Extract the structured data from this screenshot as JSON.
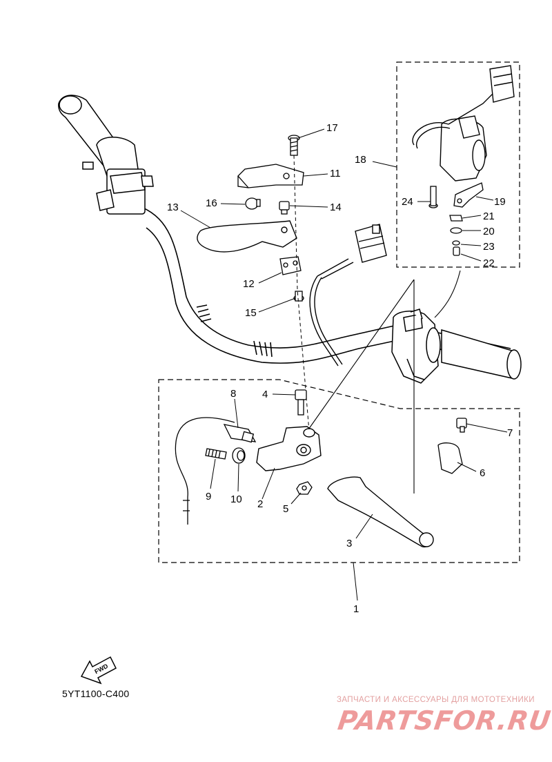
{
  "diagram": {
    "part_callouts": [
      {
        "id": "1",
        "label": "1"
      },
      {
        "id": "2",
        "label": "2"
      },
      {
        "id": "3",
        "label": "3"
      },
      {
        "id": "4",
        "label": "4"
      },
      {
        "id": "5",
        "label": "5"
      },
      {
        "id": "6",
        "label": "6"
      },
      {
        "id": "7",
        "label": "7"
      },
      {
        "id": "8",
        "label": "8"
      },
      {
        "id": "9",
        "label": "9"
      },
      {
        "id": "10",
        "label": "10"
      },
      {
        "id": "11",
        "label": "11"
      },
      {
        "id": "12",
        "label": "12"
      },
      {
        "id": "13",
        "label": "13"
      },
      {
        "id": "14",
        "label": "14"
      },
      {
        "id": "15",
        "label": "15"
      },
      {
        "id": "16",
        "label": "16"
      },
      {
        "id": "17",
        "label": "17"
      },
      {
        "id": "18",
        "label": "18"
      },
      {
        "id": "19",
        "label": "19"
      },
      {
        "id": "20",
        "label": "20"
      },
      {
        "id": "21",
        "label": "21"
      },
      {
        "id": "22",
        "label": "22"
      },
      {
        "id": "23",
        "label": "23"
      },
      {
        "id": "24",
        "label": "24"
      }
    ],
    "fwd_label": "FWD",
    "drawing_code": "5YT1100-C400"
  },
  "watermark": {
    "tagline": "ЗАПЧАСТИ И АКСЕССУАРЫ ДЛЯ МОТОТЕХНИКИ",
    "logo": "PARTSFOR.RU",
    "color": "#ee9b9b"
  }
}
